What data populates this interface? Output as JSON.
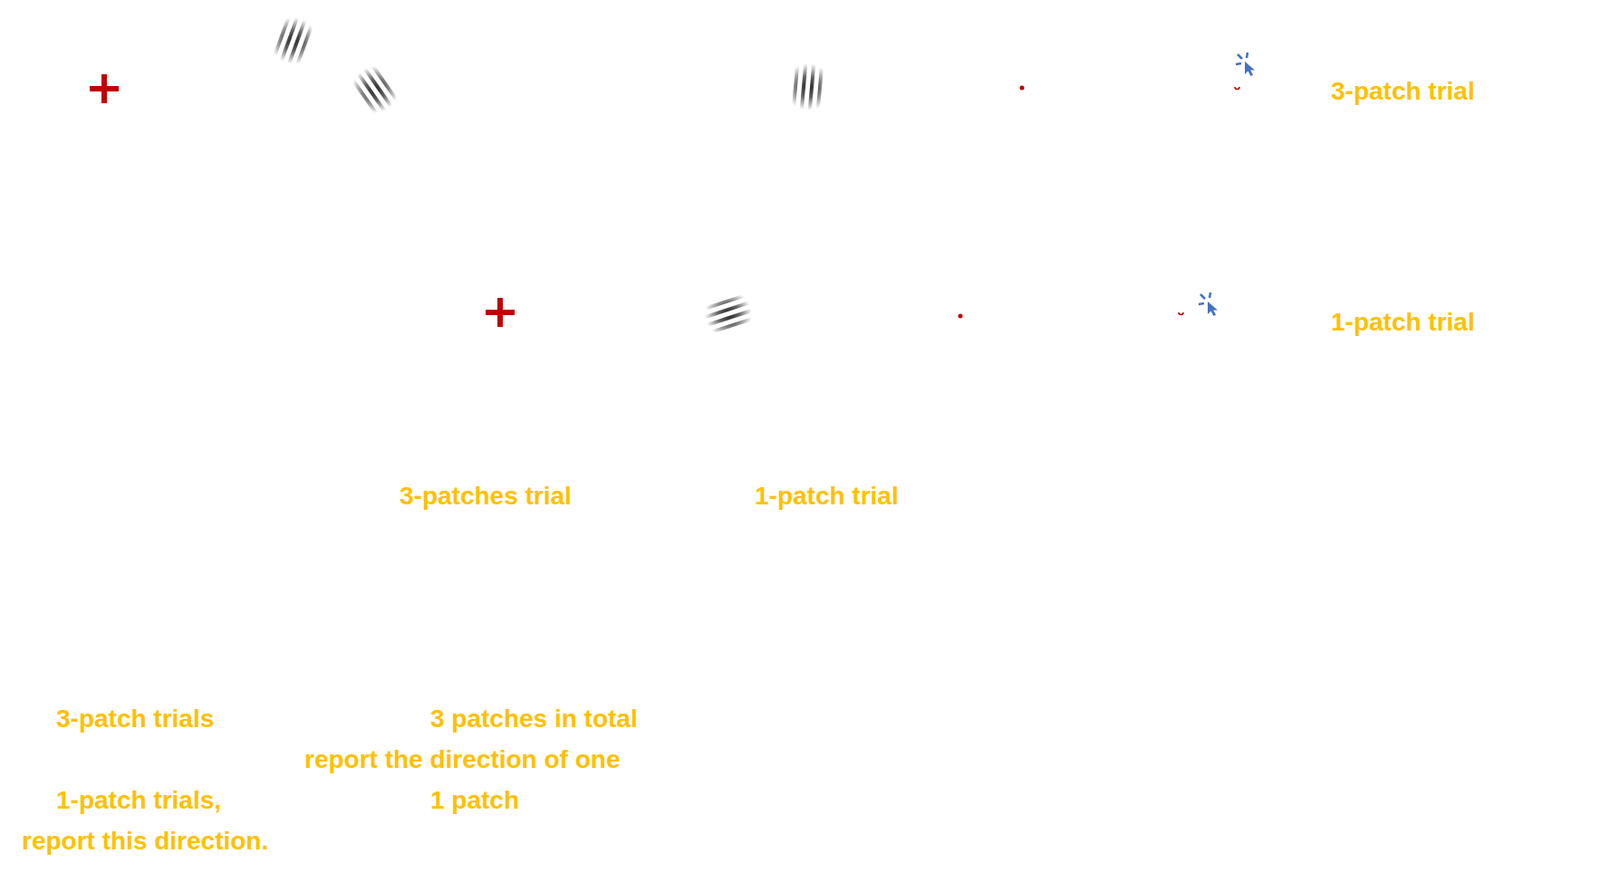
{
  "diagram": {
    "labels": [
      "3-patch trial",
      "1-patch trial",
      "3-patches trial",
      "1-patch trial",
      "3-patch trials",
      "3 patches in total",
      "report the direction of one",
      "1-patch trials,",
      "1 patch",
      "report this direction."
    ]
  }
}
